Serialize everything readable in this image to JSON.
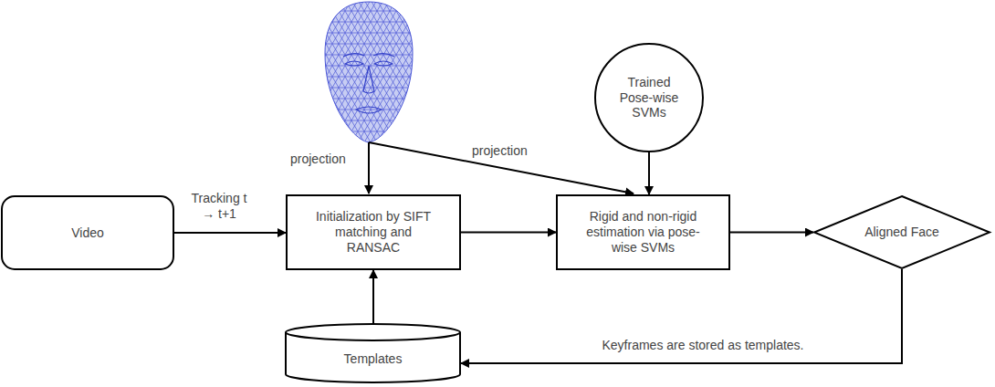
{
  "diagram": {
    "nodes": [
      {
        "text": [
          "Video"
        ]
      },
      {
        "text": [
          "Initialization by SIFT matching and RANSAC"
        ]
      },
      {
        "text": [
          "Templates"
        ]
      },
      {
        "text": [
          "Trained Pose-wise SVMs"
        ]
      },
      {
        "text": [
          "Rigid and non-rigid estimation via pose-wise SVMs"
        ]
      },
      {
        "text": [
          "Aligned Face"
        ]
      }
    ],
    "edges": [
      {
        "from": 0,
        "to": 1,
        "arrow": "to",
        "label": "Tracking t → t+1"
      },
      {
        "from": 2,
        "to": 1,
        "arrow": "to"
      },
      {
        "from": 1,
        "to": 4,
        "arrow": "to"
      },
      {
        "from": 3,
        "to": 4,
        "arrow": "to"
      },
      {
        "from": 4,
        "to": 5,
        "arrow": "to"
      },
      {
        "from": 5,
        "to": 2,
        "arrow": "to",
        "label": "Keyframes are stored as templates."
      }
    ],
    "labels": [
      "projection",
      "projection"
    ]
  }
}
